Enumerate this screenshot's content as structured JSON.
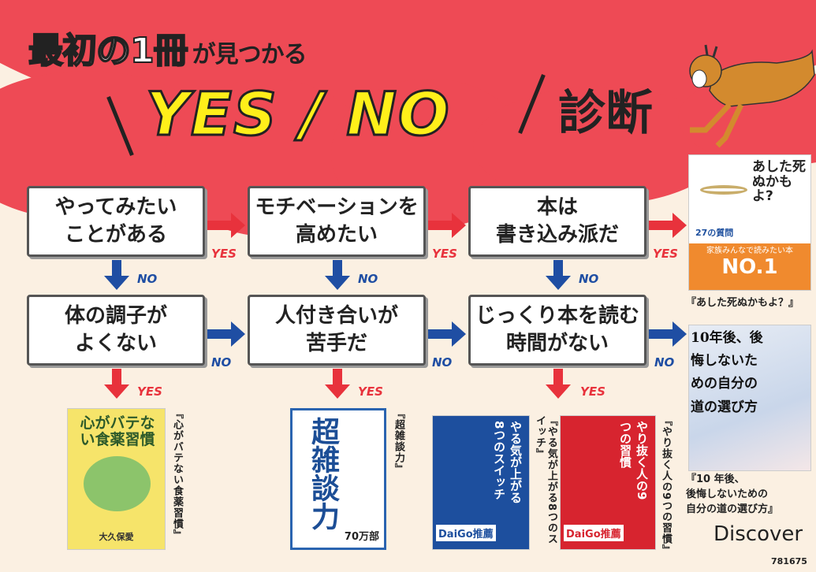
{
  "header": {
    "title_main": "最初の1冊",
    "title_sub": "が見つかる",
    "title_yesno": "YES / NO",
    "title_end": "診断"
  },
  "flow": {
    "row1": [
      "やってみたい\nことがある",
      "モチベーションを\n高めたい",
      "本は\n書き込み派だ"
    ],
    "row2": [
      "体の調子が\nよくない",
      "人付き合いが\n苦手だ",
      "じっくり本を読む\n時間がない"
    ],
    "yes": "YES",
    "no": "NO"
  },
  "books": {
    "b1": {
      "cover": "心がバテない食薬習慣",
      "author": "大久保愛",
      "caption": "『心がバテない食薬習慣』"
    },
    "b2": {
      "cover": "超雑談力",
      "badge": "70万部",
      "caption": "『超雑談力』"
    },
    "b3": {
      "cover": "やる気が上がる8つのスイッチ",
      "band": "DaiGo推薦",
      "caption": "『やる気が上がる8つのスイッチ』"
    },
    "b4": {
      "cover": "やり抜く人の9つの習慣",
      "band": "DaiGo推薦",
      "caption": "『やり抜く人の9つの習慣』"
    },
    "b5": {
      "cover": "あした死ぬかもよ?",
      "sub": "27の質問",
      "band": "家族みんなで読みたい本",
      "rank": "NO.1",
      "caption": "『あした死ぬかもよ？』"
    },
    "b6": {
      "cover": "10年後、後悔しないための自分の道の選び方",
      "caption": "『10 年後、\n後悔しないための\n自分の道の選び方』"
    }
  },
  "footer": {
    "logo": "Discover",
    "code": "781675"
  },
  "colors": {
    "red": "#ee4a55",
    "blue": "#1f4ea3",
    "cream": "#fbf0e2"
  }
}
